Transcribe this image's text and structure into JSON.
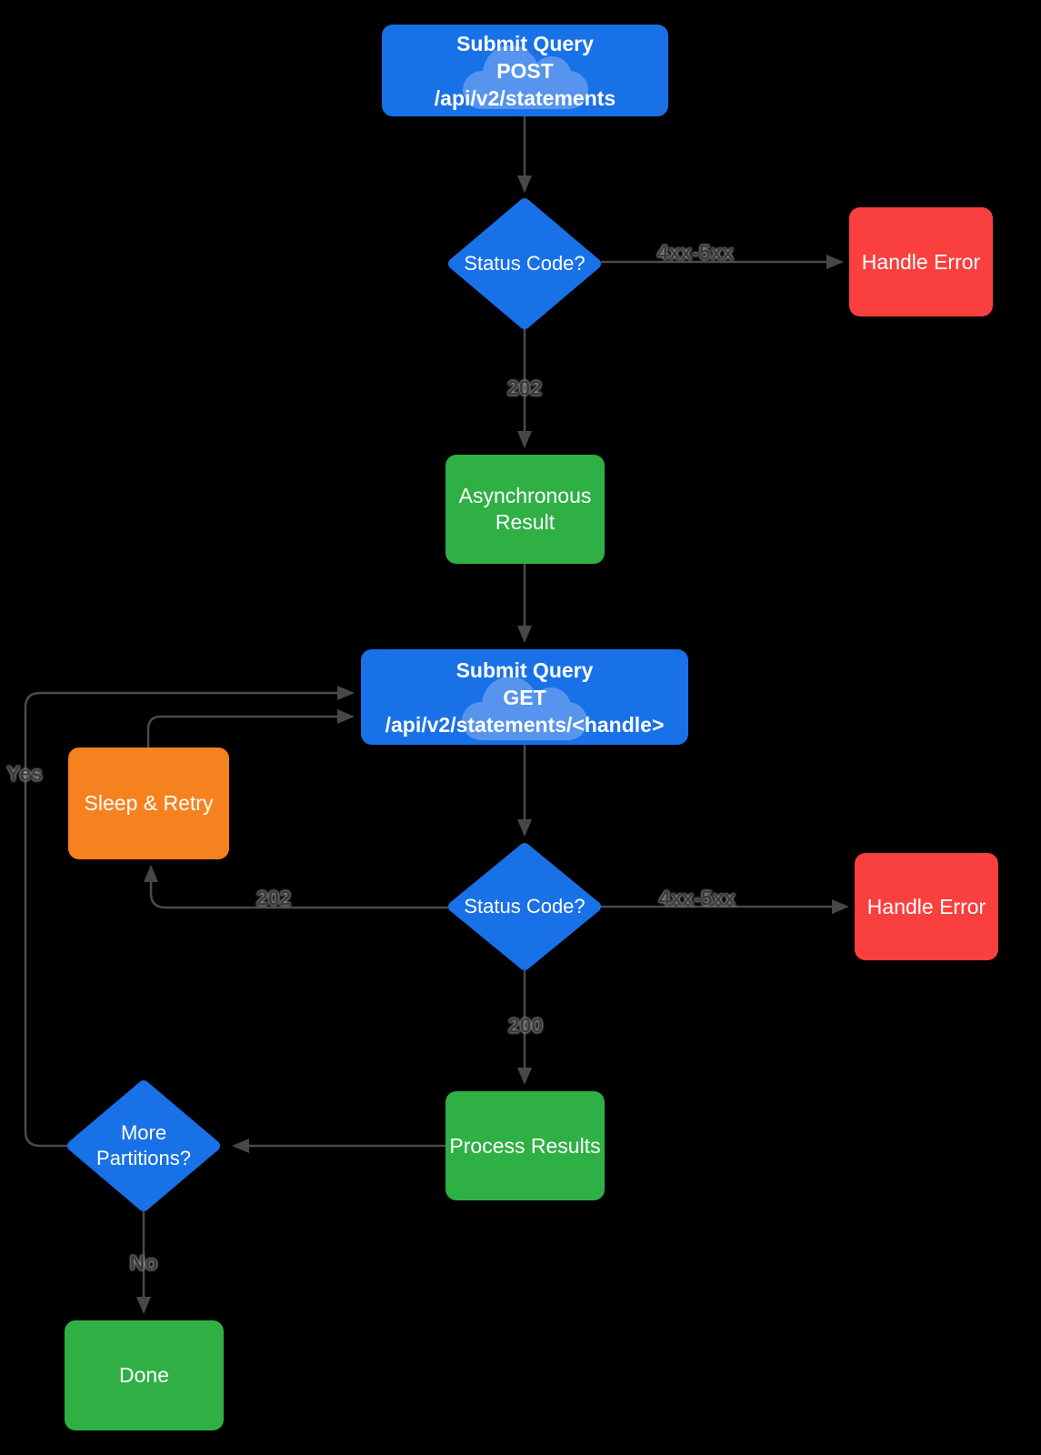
{
  "diagram": {
    "background": "#000000",
    "colors": {
      "process_blue": "#1971E8",
      "cloud_blue": "#5694EE",
      "success_green": "#2FB044",
      "error_red": "#FA403E",
      "retry_orange": "#F5821F",
      "edge_gray": "#4A4A4A",
      "edge_label_gray": "#3A3A3A",
      "node_text": "#FFFFFF"
    },
    "nodes": {
      "post_query": {
        "line1": "Submit Query",
        "line2": "POST",
        "line3": "/api/v2/statements"
      },
      "status_code_1": {
        "label": "Status Code?"
      },
      "handle_error_1": {
        "label": "Handle Error"
      },
      "async_result": {
        "line1": "Asynchronous",
        "line2": "Result"
      },
      "get_query": {
        "line1": "Submit Query",
        "line2": "GET",
        "line3": "/api/v2/statements/<handle>"
      },
      "sleep_retry": {
        "label": "Sleep & Retry"
      },
      "status_code_2": {
        "label": "Status Code?"
      },
      "handle_error_2": {
        "label": "Handle Error"
      },
      "process_results": {
        "label": "Process Results"
      },
      "more_partitions": {
        "line1": "More",
        "line2": "Partitions?"
      },
      "done": {
        "label": "Done"
      }
    },
    "edge_labels": {
      "error_1": "4xx-5xx",
      "accepted": "202",
      "error_2": "4xx-5xx",
      "retry": "202",
      "ok": "200",
      "yes": "Yes",
      "no": "No"
    }
  }
}
